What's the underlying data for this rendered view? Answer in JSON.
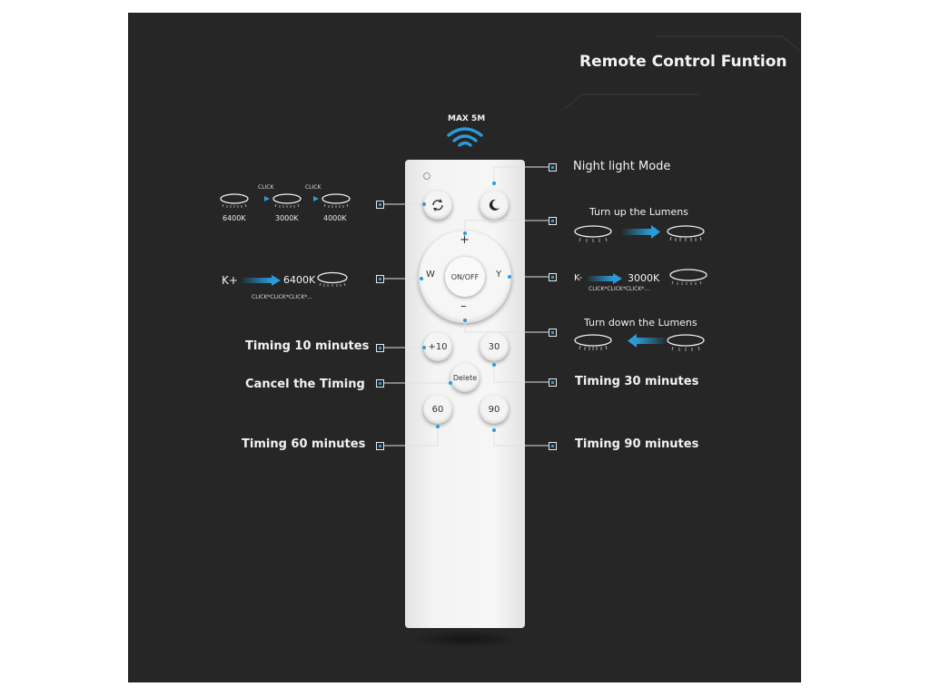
{
  "title": "Remote Control Funtion",
  "range_label": "MAX 5M",
  "remote": {
    "onoff": "ON/OFF",
    "w": "W",
    "y": "Y",
    "plus": "+",
    "minus": "–",
    "b10": "+10",
    "b30": "30",
    "delete": "Delete",
    "b60": "60",
    "b90": "90"
  },
  "labels": {
    "night_light": "Night light Mode",
    "turn_up": "Turn up the Lumens",
    "turn_down": "Turn down the Lumens",
    "timing10": "Timing 10 minutes",
    "cancel": "Cancel the Timing",
    "timing60": "Timing 60 minutes",
    "timing30": "Timing 30 minutes",
    "timing90": "Timing 90 minutes"
  },
  "cycle": {
    "click1": "CLICK",
    "click2": "CLICK",
    "k1": "6400K",
    "k2": "3000K",
    "k3": "4000K"
  },
  "kplus": {
    "label": "K+",
    "value": "6400K",
    "clicks": "CLICK*CLICK*CLICK*..."
  },
  "kminus": {
    "label": "K-",
    "value": "3000K",
    "clicks": "CLICK*CLICK*CLICK*..."
  },
  "colors": {
    "background": "#262626",
    "accent": "#2a9bd8",
    "remote": "#efefef"
  }
}
